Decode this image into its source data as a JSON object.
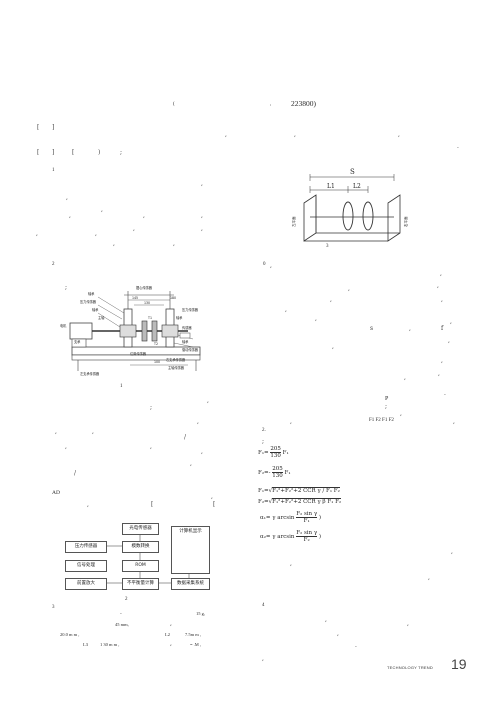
{
  "header": {
    "affiliation_open": "(",
    "affiliation_sep": ",",
    "postcode": "223800)"
  },
  "col_left": {
    "sec1": "1",
    "sec2": "2",
    "fig1_num": "1",
    "sec_ad": "AD",
    "fig2_num": "2",
    "sec3": "3",
    "params_weight": "15 g,",
    "params_s": "45 mm,",
    "params_l1_val": "20.0 m m ,",
    "params_l2_label": "L2",
    "params_l2_val": "7.5m m ,",
    "params_l3_label": "L3",
    "params_l3_val": "1 30 m m ,",
    "params_m": "= .M ,"
  },
  "fig1": {
    "labels": [
      "摆心传感器",
      "轴承",
      "压力传感器",
      "压力传感器",
      "轴承",
      "电机",
      "轴承",
      "主轴",
      "支承",
      "145",
      "180",
      "130",
      "传感器",
      "轴承",
      "T1",
      "T2",
      "驱动传感器",
      "位置传感器",
      "右支承传感器",
      "主轴传感器",
      "100",
      "左支承传感器"
    ]
  },
  "fig2": {
    "boxes": {
      "photo_sensor": "光电传感器",
      "pressure_sensor": "压力传感器",
      "ad_converter": "模数转换",
      "computer_display": "计算机显示",
      "signal_processing": "信号处理",
      "rom": "ROM",
      "amplifier": "前置放大",
      "unbalance_calc": "不平衡量计算",
      "data_acquisition": "数据采集系统"
    }
  },
  "fig3": {
    "s_label": "S",
    "l1_label": "L1",
    "l2_label": "L2",
    "left_plane": "左平面",
    "right_plane": "右平面",
    "fig_num": "3"
  },
  "col_right": {
    "zero": "0",
    "p_label": "P",
    "forces_line": "F1   F2        F1   F2",
    "sec2_marker": "2.",
    "sec4": "4"
  },
  "equations": {
    "fl_lhs": "F₁=",
    "fl_num": "205",
    "fl_den": "130",
    "fl_rhs": "F₁",
    "fr_lhs": "F₂=-",
    "fr_num": "205",
    "fr_den": "130",
    "fr_rhs": "F₁",
    "f1_lhs": "F₁=",
    "f1_body": "F₁²+F₂²+2  CCR  γ  /  F₁  F₂",
    "f2_lhs": "F₂=",
    "f2_body": "F₁²+F₂²+2  CCR  γ  β  F₁  F₂",
    "a1_lhs": "α₁= γ arcsin",
    "a1_num": "F₂  sin γ",
    "a1_den": "F₁",
    "a1_tail": ")",
    "a2_lhs": "α₂= γ arcsin",
    "a2_num": "F₂  sin γ",
    "a2_den": "F₂",
    "a2_tail": ")"
  },
  "footer": {
    "journal": "TECHNOLOGY TREND",
    "page": "19"
  }
}
